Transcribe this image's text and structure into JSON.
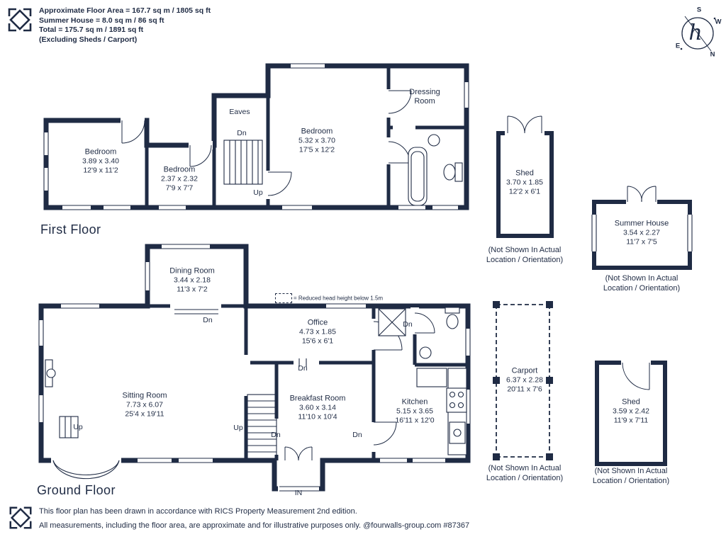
{
  "colors": {
    "wall": "#1f2b44",
    "background": "#ffffff"
  },
  "header": {
    "line1": "Approximate Floor Area = 167.7 sq m / 1805 sq ft",
    "line2": "Summer House = 8.0 sq m / 86 sq ft",
    "line3": "Total = 175.7 sq m / 1891 sq ft",
    "line4": "(Excluding Sheds / Carport)"
  },
  "compass": {
    "n": "N",
    "s": "S",
    "e": "E",
    "w": "W",
    "monogram": "h"
  },
  "first_floor": {
    "label": "First Floor",
    "rooms": {
      "bedroom1": {
        "name": "Bedroom",
        "metric": "3.89 x 3.40",
        "imperial": "12'9 x 11'2"
      },
      "bedroom2": {
        "name": "Bedroom",
        "metric": "2.37 x 2.32",
        "imperial": "7'9 x 7'7"
      },
      "bedroom3": {
        "name": "Bedroom",
        "metric": "5.32 x 3.70",
        "imperial": "17'5 x 12'2"
      },
      "dressing_room": {
        "name_line1": "Dressing",
        "name_line2": "Room"
      }
    },
    "annotations": {
      "eaves": "Eaves",
      "dn": "Dn",
      "up": "Up"
    }
  },
  "ground_floor": {
    "label": "Ground Floor",
    "rooms": {
      "dining": {
        "name": "Dining Room",
        "metric": "3.44 x 2.18",
        "imperial": "11'3 x 7'2"
      },
      "office": {
        "name": "Office",
        "metric": "4.73 x 1.85",
        "imperial": "15'6 x 6'1"
      },
      "sitting": {
        "name": "Sitting Room",
        "metric": "7.73 x 6.07",
        "imperial": "25'4 x 19'11"
      },
      "breakfast": {
        "name": "Breakfast Room",
        "metric": "3.60 x 3.14",
        "imperial": "11'10 x 10'4"
      },
      "kitchen": {
        "name": "Kitchen",
        "metric": "5.15 x 3.65",
        "imperial": "16'11 x 12'0"
      }
    },
    "annotations": {
      "dn1": "Dn",
      "dn2": "Dn",
      "dn3": "Dn",
      "up1": "Up",
      "up2": "Up",
      "dn4": "Dn",
      "dn5": "Dn",
      "in": "IN"
    },
    "legend": "= Reduced head height below 1.5m"
  },
  "outbuildings": {
    "not_shown_note_line1": "(Not Shown In Actual",
    "not_shown_note_line2": "Location / Orientation)",
    "shed_top": {
      "name": "Shed",
      "metric": "3.70 x 1.85",
      "imperial": "12'2 x 6'1"
    },
    "summer_house": {
      "name": "Summer House",
      "metric": "3.54 x 2.27",
      "imperial": "11'7 x 7'5"
    },
    "carport": {
      "name": "Carport",
      "metric": "6.37 x 2.28",
      "imperial": "20'11 x 7'6"
    },
    "shed_bottom": {
      "name": "Shed",
      "metric": "3.59 x 2.42",
      "imperial": "11'9 x 7'11"
    }
  },
  "footer": {
    "line1": "This floor plan has been drawn in accordance with RICS Property Measurement 2nd edition.",
    "line2": "All measurements, including the floor area, are approximate and for illustrative purposes only. @fourwalls-group.com #87367"
  }
}
